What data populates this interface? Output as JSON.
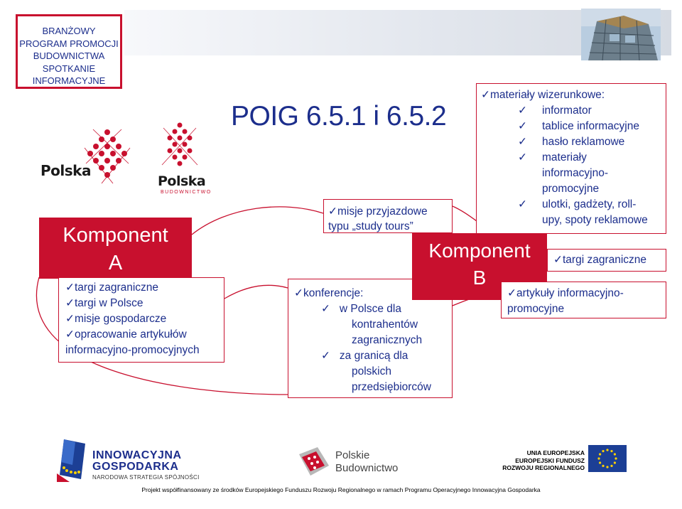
{
  "header": {
    "title_lines": [
      "BRANŻOWY",
      "PROGRAM PROMOCJI",
      "BUDOWNICTWA",
      "SPOTKANIE",
      "INFORMACYJNE"
    ]
  },
  "logos": {
    "polska_logo_text": "Polska",
    "polska_budownictwo_text": "Polska",
    "polska_budownictwo_sub": "BUDOWNICTWO",
    "innowacyjna_line1": "INNOWACYJNA",
    "innowacyjna_line2": "GOSPODARKA",
    "innowacyjna_line3": "NARODOWA STRATEGIA SPÓJNOŚCI",
    "polskie_budownictwo_line1": "Polskie",
    "polskie_budownictwo_line2": "Budownictwo",
    "ue_lines": [
      "UNIA EUROPEJSKA",
      "EUROPEJSKI FUNDUSZ",
      "ROZWOJU REGIONALNEGO"
    ]
  },
  "poig_title": "POIG 6.5.1 i 6.5.2",
  "komponent_a": {
    "label_line1": "Komponent",
    "label_line2": "A",
    "items": [
      "targi zagraniczne",
      "targi w Polsce",
      "misje gospodarcze",
      "opracowanie artykułów",
      "informacyjno-promocyjnych"
    ]
  },
  "komponent_b": {
    "label_line1": "Komponent",
    "label_line2": "B"
  },
  "misje_box": {
    "line1": "misje przyjazdowe",
    "line2": "typu „study tours”"
  },
  "konferencje_box": {
    "heading": "konferencje:",
    "item1_lines": [
      "w Polsce dla",
      "kontrahentów",
      "zagranicznych"
    ],
    "item2_lines": [
      "za granicą dla",
      "polskich",
      "przedsiębiorców"
    ]
  },
  "materialy_box": {
    "heading": "materiały wizerunkowe:",
    "items": [
      "informator",
      "tablice informacyjne",
      "hasło reklamowe",
      "materiały"
    ],
    "item4_cont": [
      "informacyjno-",
      "promocyjne"
    ],
    "item5_lines": [
      "ulotki, gadżety, roll-",
      "upy, spoty reklamowe"
    ]
  },
  "targi_box": {
    "text": "targi zagraniczne"
  },
  "artykuly_box": {
    "line1": "artykuły informacyjno-",
    "line2": "promocyjne"
  },
  "footer": {
    "text": "Projekt współfinansowany ze środków Europejskiego Funduszu Rozwoju Regionalnego w ramach Programu Operacyjnego Innowacyjna Gospodarka"
  },
  "colors": {
    "accent_red": "#c8102e",
    "text_blue": "#1c2e8c"
  },
  "icons": {
    "check": "check-icon"
  }
}
